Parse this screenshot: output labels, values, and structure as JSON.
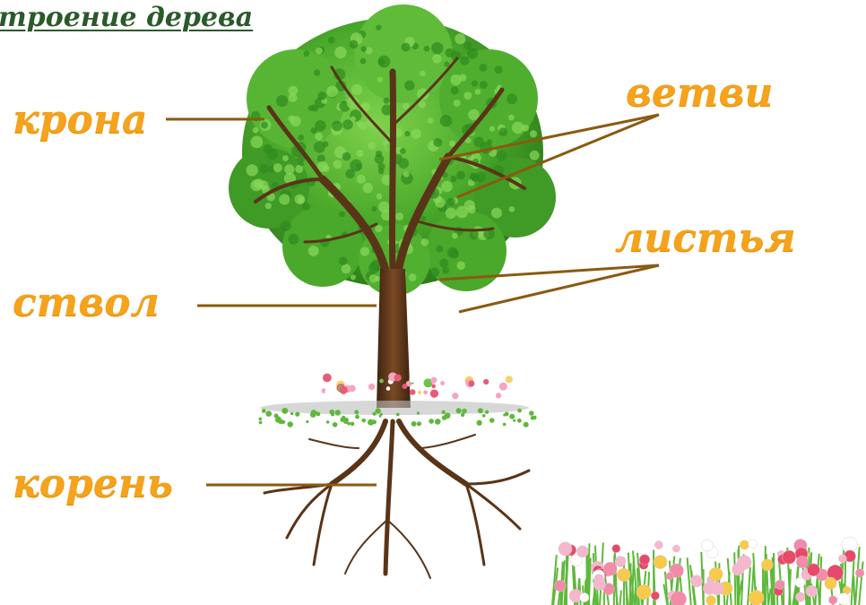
{
  "title": "троение дерева",
  "labels": {
    "crown": "крона",
    "branches": "ветви",
    "leaves": "листья",
    "trunk": "ствол",
    "root": "корень"
  },
  "colors": {
    "label": "#f5a21c",
    "pointer": "#8a5a10",
    "foliage_dark": "#2f8a1e",
    "foliage_light": "#63c43a",
    "bark": "#5a3418",
    "title": "#2a5a2a"
  }
}
